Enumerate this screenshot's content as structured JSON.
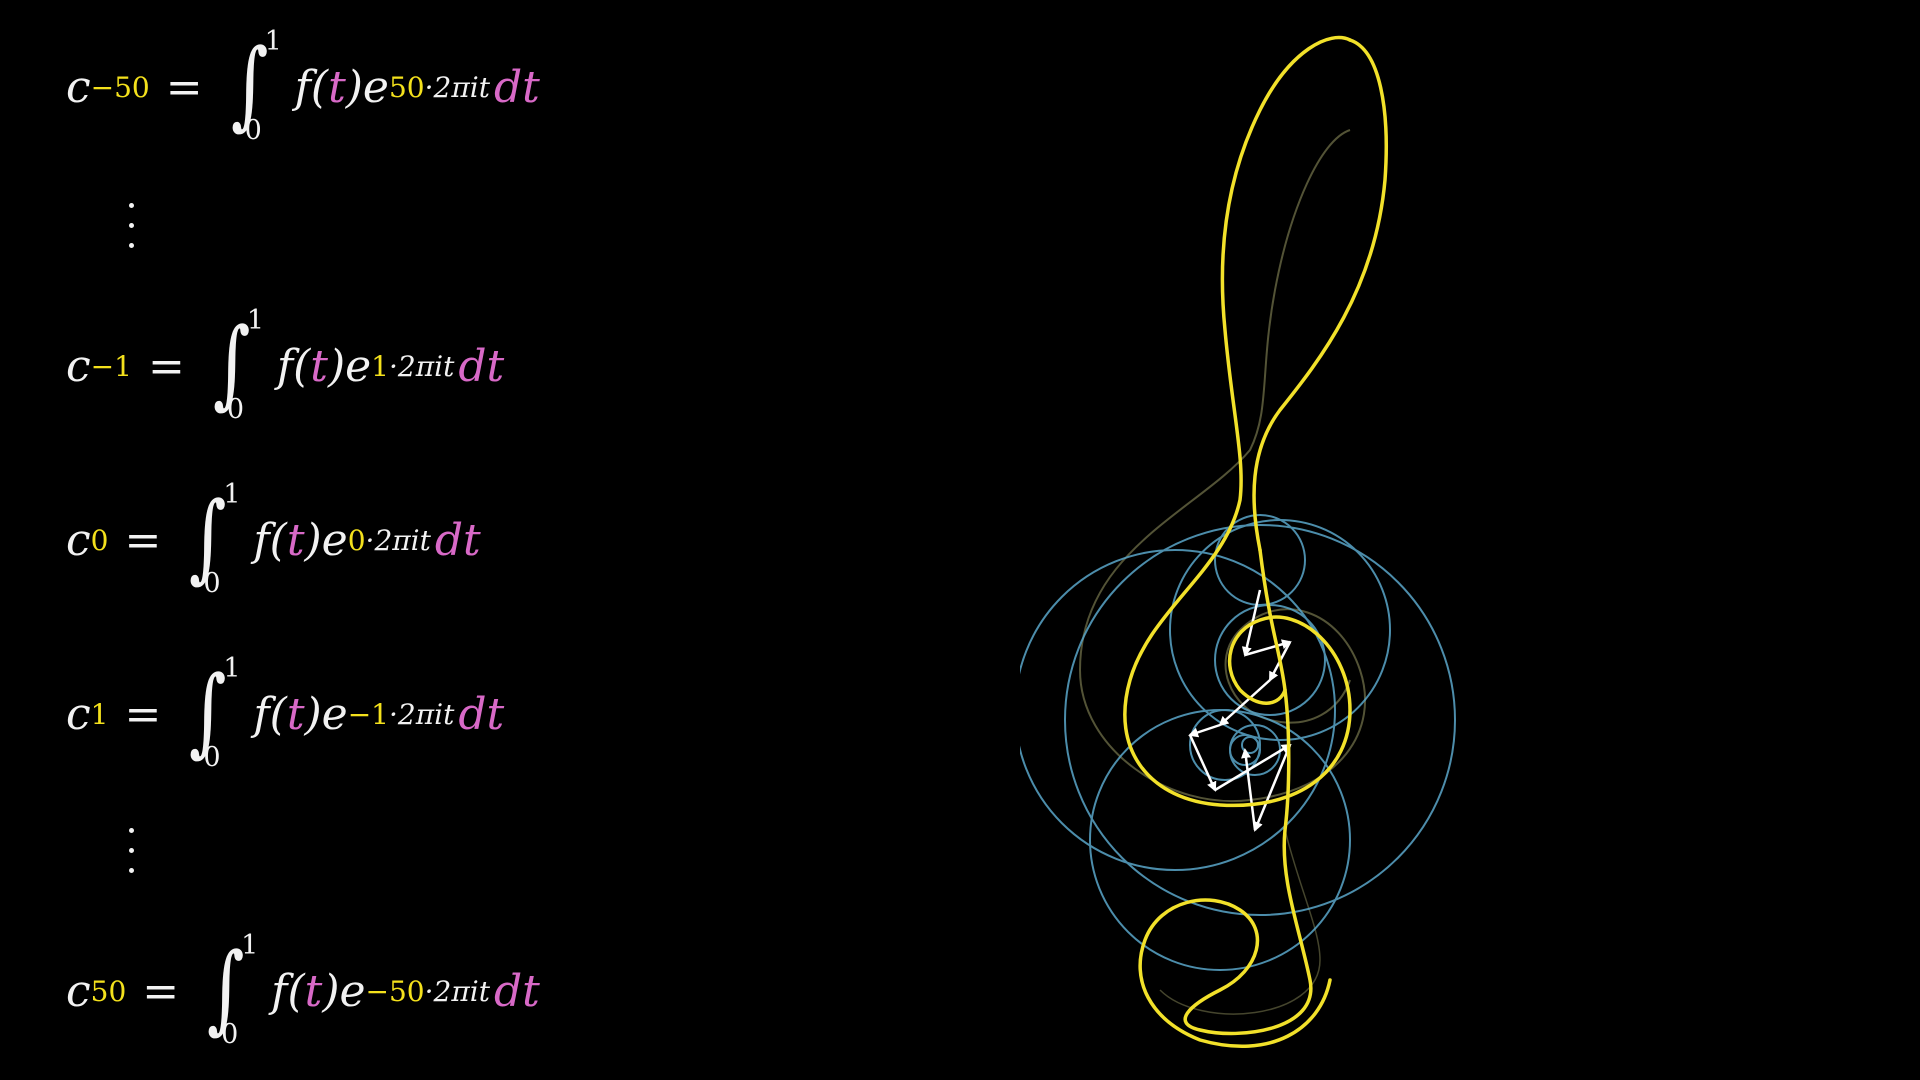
{
  "colors": {
    "background": "#000000",
    "text": "#f2f2f2",
    "index_highlight": "#f4e11c",
    "variable_highlight": "#d869c7",
    "path_curve": "#f2e12a",
    "epicycle_circles": "#5aa6c9",
    "vectors": "#ffffff"
  },
  "equations": [
    {
      "c": "c",
      "index": "−50",
      "f": "f(",
      "t": "t",
      "close": ")e",
      "exp_coef": "50",
      "exp_rest": "·2πit",
      "dt": "dt",
      "upper": "1",
      "lower": "0"
    },
    {
      "c": "c",
      "index": "−1",
      "f": "f(",
      "t": "t",
      "close": ")e",
      "exp_coef": "1",
      "exp_rest": "·2πit",
      "dt": "dt",
      "upper": "1",
      "lower": "0"
    },
    {
      "c": "c",
      "index": "0",
      "f": "f(",
      "t": "t",
      "close": ")e",
      "exp_coef": "0",
      "exp_rest": "·2πit",
      "dt": "dt",
      "upper": "1",
      "lower": "0"
    },
    {
      "c": "c",
      "index": "1",
      "f": "f(",
      "t": "t",
      "close": ")e",
      "exp_coef": "−1",
      "exp_rest": "·2πit",
      "dt": "dt",
      "upper": "1",
      "lower": "0"
    },
    {
      "c": "c",
      "index": "50",
      "f": "f(",
      "t": "t",
      "close": ")e",
      "exp_coef": "−50",
      "exp_rest": "·2πit",
      "dt": "dt",
      "upper": "1",
      "lower": "0"
    }
  ],
  "equals": "=",
  "integral_symbol": "∫",
  "figure": {
    "subject": "treble-clef",
    "elements": [
      "traced-path",
      "epicycle-circles",
      "rotating-vectors"
    ]
  }
}
